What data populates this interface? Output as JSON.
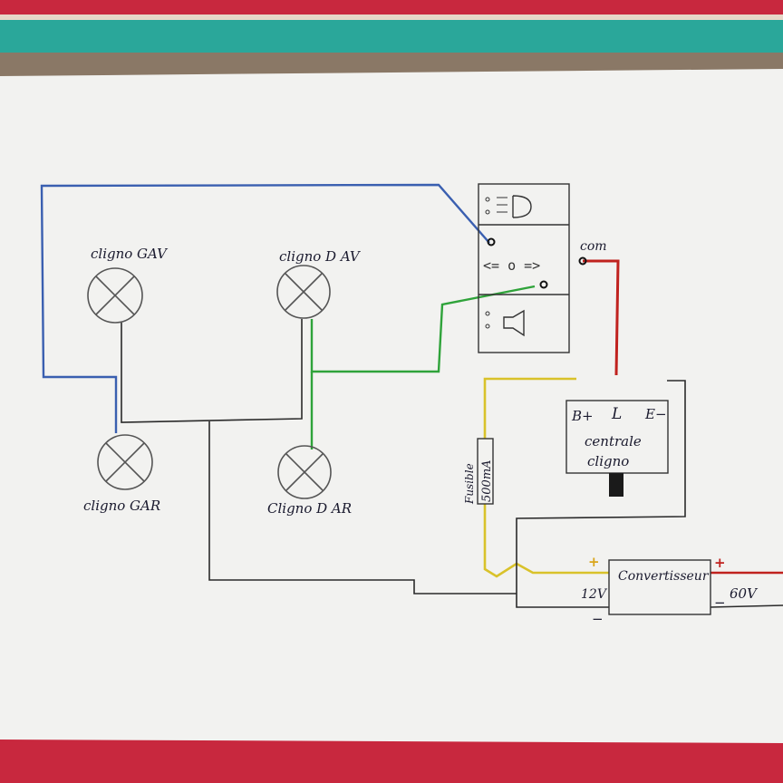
{
  "lamps": {
    "front_left": "cligno GAV",
    "front_right": "cligno D AV",
    "rear_left": "cligno GAR",
    "rear_right": "Cligno D AR"
  },
  "switch_block": {
    "com_label": "com",
    "indicator_symbol": "<= o =>"
  },
  "relay": {
    "pin_b": "B+",
    "pin_l": "L",
    "pin_e": "E−",
    "label_line1": "centrale",
    "label_line2": "cligno"
  },
  "fuse": {
    "label": "Fusible",
    "rating": "500mA"
  },
  "converter": {
    "label": "Convertisseur",
    "input_voltage": "12V",
    "output_voltage": "60V",
    "plus_in": "+",
    "minus_in": "−",
    "plus_out": "+",
    "minus_out": "−"
  },
  "colors": {
    "paper": "#f2f2f0",
    "cloth_red": "#c8283e",
    "stripe_teal": "#2aa79a",
    "stripe_brown": "#8a7866",
    "wire_black": "#2a2a2a",
    "wire_blue": "#3a5fb0",
    "wire_green": "#2fa33a",
    "wire_red": "#c0221e",
    "wire_yellow": "#d9c22a",
    "ink": "#1a1a2e"
  }
}
